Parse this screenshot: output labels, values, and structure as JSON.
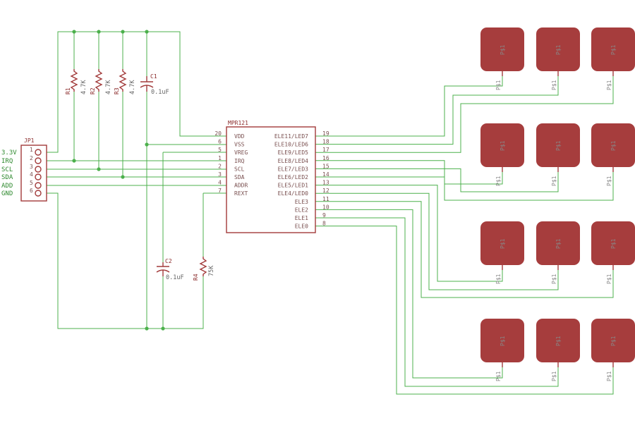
{
  "connector": {
    "ref": "JP1",
    "pins": [
      "1",
      "2",
      "3",
      "4",
      "5",
      "6"
    ],
    "nets": [
      "3.3V",
      "IRQ",
      "SCL",
      "SDA",
      "ADD",
      "GND"
    ]
  },
  "resistors": [
    {
      "ref": "R1",
      "value": "4.7K"
    },
    {
      "ref": "R2",
      "value": "4.7K"
    },
    {
      "ref": "R3",
      "value": "4.7K"
    },
    {
      "ref": "R4",
      "value": "75K"
    }
  ],
  "capacitors": [
    {
      "ref": "C1",
      "value": "0.1uF"
    },
    {
      "ref": "C2",
      "value": "0.1uF"
    }
  ],
  "ic": {
    "ref": "MPR121",
    "left_pins": [
      {
        "num": "20",
        "name": "VDD"
      },
      {
        "num": "6",
        "name": "VSS"
      },
      {
        "num": "5",
        "name": "VREG"
      },
      {
        "num": "1",
        "name": "IRQ"
      },
      {
        "num": "2",
        "name": "SCL"
      },
      {
        "num": "3",
        "name": "SDA"
      },
      {
        "num": "4",
        "name": "ADDR"
      },
      {
        "num": "7",
        "name": "REXT"
      }
    ],
    "right_pins": [
      {
        "num": "19",
        "name": "ELE11/LED7"
      },
      {
        "num": "18",
        "name": "ELE10/LED6"
      },
      {
        "num": "17",
        "name": "ELE9/LED5"
      },
      {
        "num": "16",
        "name": "ELE8/LED4"
      },
      {
        "num": "15",
        "name": "ELE7/LED3"
      },
      {
        "num": "14",
        "name": "ELE6/LED2"
      },
      {
        "num": "13",
        "name": "ELE5/LED1"
      },
      {
        "num": "12",
        "name": "ELE4/LED0"
      },
      {
        "num": "11",
        "name": "ELE3"
      },
      {
        "num": "10",
        "name": "ELE2"
      },
      {
        "num": "9",
        "name": "ELE1"
      },
      {
        "num": "8",
        "name": "ELE0"
      }
    ]
  },
  "pads": {
    "label": "P$1",
    "count": 12
  },
  "colors": {
    "wire": "#4cb04c",
    "component": "#a23a3a",
    "pad": "#a63d3d"
  }
}
